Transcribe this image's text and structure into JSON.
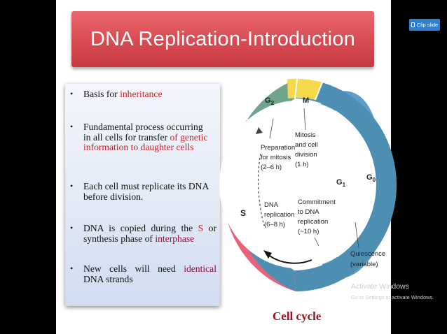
{
  "clip_button": {
    "label": "Clip slide"
  },
  "slide": {
    "title": "DNA Replication-Introduction",
    "bullets": [
      {
        "plain": "Basis for ",
        "highlight": "inheritance"
      },
      {
        "line1": "Fundamental process occurring",
        "line2a": "in all cells for transfer ",
        "line2b": "of genetic",
        "line3": "information to daughter cells"
      },
      {
        "line1": "Each cell must replicate its DNA",
        "line2": "before division."
      },
      {
        "line1a": "DNA is copied during the ",
        "line1b": "S",
        "line1c": " or",
        "line2a": "synthesis phase of ",
        "line2b": "interphase"
      },
      {
        "line1a": "New cells will need ",
        "line1b": "identical",
        "line2": "DNA strands"
      }
    ]
  },
  "diagram": {
    "caption": "Cell cycle",
    "phases": {
      "g2": "G2",
      "m": "M",
      "g1": "G1",
      "s": "S",
      "g0": "G0"
    },
    "notes": {
      "prep": [
        "Preparation",
        "for mitosis",
        "(2–6 h)"
      ],
      "mitosis": [
        "Mitosis",
        "and cell",
        "division",
        "(1 h)"
      ],
      "dna": [
        "DNA",
        "replication",
        "(6–8 h)"
      ],
      "commit": [
        "Commitment",
        "to DNA",
        "replication",
        "(~10 h)"
      ],
      "quiescence": [
        "Quiescence",
        "(variable)"
      ]
    },
    "colors": {
      "g2": "#6fa58a",
      "m": "#f5d94a",
      "g1": "#4d8fb3",
      "s": "#e8637a",
      "g0": "#4b94c4"
    }
  },
  "watermark": {
    "line1": "Activate Windows",
    "line2": "Go to Settings to activate Windows."
  }
}
